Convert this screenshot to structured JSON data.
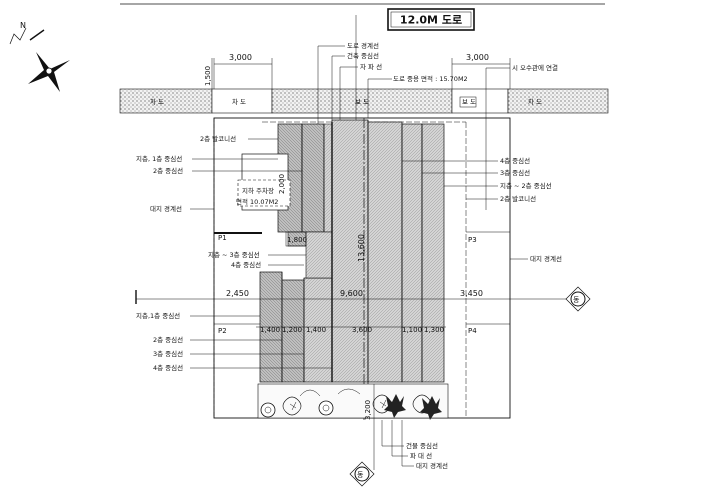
{
  "title": "12.0M 도로",
  "north_label": "N",
  "dims": {
    "top_left": "3,000",
    "top_right": "3,000",
    "side_left": "1,500",
    "mid_left": "2,450",
    "mid_center": "9,600",
    "mid_right": "3,450",
    "vertical_main": "13,600",
    "bottom_vertical": "3,200",
    "row_dims": [
      "1,400",
      "1,200",
      "1,400",
      "3,600",
      "1,100",
      "1,300"
    ],
    "small_box": "1,800",
    "strip_left": "2,000"
  },
  "labels": {
    "road_left": "차 도",
    "road_mid_left": "차 도",
    "road_center": "보 도",
    "road_right_small": "보 도",
    "road_right": "차 도",
    "road_boundary": "도로 경계선",
    "bldg_line": "건축 중심선",
    "setback": "자 파 선",
    "road_area": "도로 중용 면적 : 15.70M2",
    "corner_cut": "시 오수관에 연결",
    "balcony_2f_top": "2층 발코니선",
    "basement_1f": "지층, 1층 중심선",
    "floor2_center": "2층 중심선",
    "floor4_center": "4층 중심선",
    "floor3_center": "3층 중심선",
    "basement_2f": "지층 ~ 2층 중심선",
    "balcony_2f_right": "2층 발코니선",
    "site_boundary_left": "대지 경계선",
    "site_boundary_right": "대지 경계선",
    "basement_3f": "지층 ~ 3층 중심선",
    "floor4_left": "4층 중심선",
    "basement_1f_low": "지층,1층 중심선",
    "floor2_low": "2층 중심선",
    "floor3_low": "3층 중심선",
    "floor4_low": "4층 중심선",
    "parking_label": "지하 주차장",
    "parking_area": "면적 10.07M2",
    "p1": "P1",
    "p2": "P2",
    "p3": "P3",
    "p4": "P4",
    "bldg_center_bottom": "건물 중심선",
    "setback_bottom": "파 대 선",
    "site_boundary_bottom": "대지 경계선",
    "marker_right": "동",
    "marker_bottom": "동"
  }
}
